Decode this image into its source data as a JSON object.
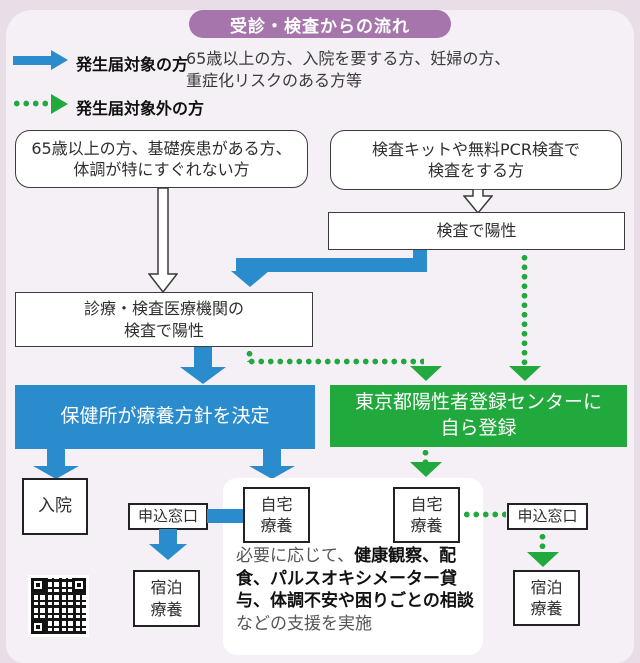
{
  "colors": {
    "flow_blue": "#2a8ccd",
    "flow_green": "#22a93d",
    "badge_purple": "#a575ab",
    "panel_bg": "#f4f0f5",
    "outer_bg": "#e9dde8"
  },
  "badge": {
    "title": "受診・検査からの流れ"
  },
  "legend": {
    "target": {
      "label": "発生届対象の方",
      "desc_lines": [
        "65歳以上の方、入院を要する方、妊婦の方、",
        "重症化リスクのある方等"
      ]
    },
    "non_target": {
      "label": "発生届対象外の方"
    }
  },
  "nodes": {
    "elderly": {
      "lines": [
        "65歳以上の方、基礎疾患がある方、",
        "体調が特にすぐれない方"
      ]
    },
    "testkit": {
      "lines": [
        "検査キットや無料PCR検査で",
        "検査をする方"
      ]
    },
    "positive": {
      "label": "検査で陽性"
    },
    "clinic": {
      "lines": [
        "診療・検査医療機関の",
        "検査で陽性"
      ]
    },
    "hokenjo": {
      "label": "保健所が療養方針を決定"
    },
    "register_center": {
      "lines": [
        "東京都陽性者登録センターに",
        "自ら登録"
      ]
    },
    "hospitalization": {
      "label": "入院"
    },
    "window_left": {
      "label": "申込窓口"
    },
    "window_right": {
      "label": "申込窓口"
    },
    "home_care_left": {
      "lines": [
        "自宅",
        "療養"
      ]
    },
    "home_care_right": {
      "lines": [
        "自宅",
        "療養"
      ]
    },
    "hotel_care_left": {
      "lines": [
        "宿泊",
        "療養"
      ]
    },
    "hotel_care_right": {
      "lines": [
        "宿泊",
        "療養"
      ]
    }
  },
  "note": {
    "prefix": "必要に応じて、",
    "bold": "健康観察、配食、パルスオキシメーター貸与、体調不安や困りごとの相談",
    "suffix": "などの支援を実施"
  }
}
